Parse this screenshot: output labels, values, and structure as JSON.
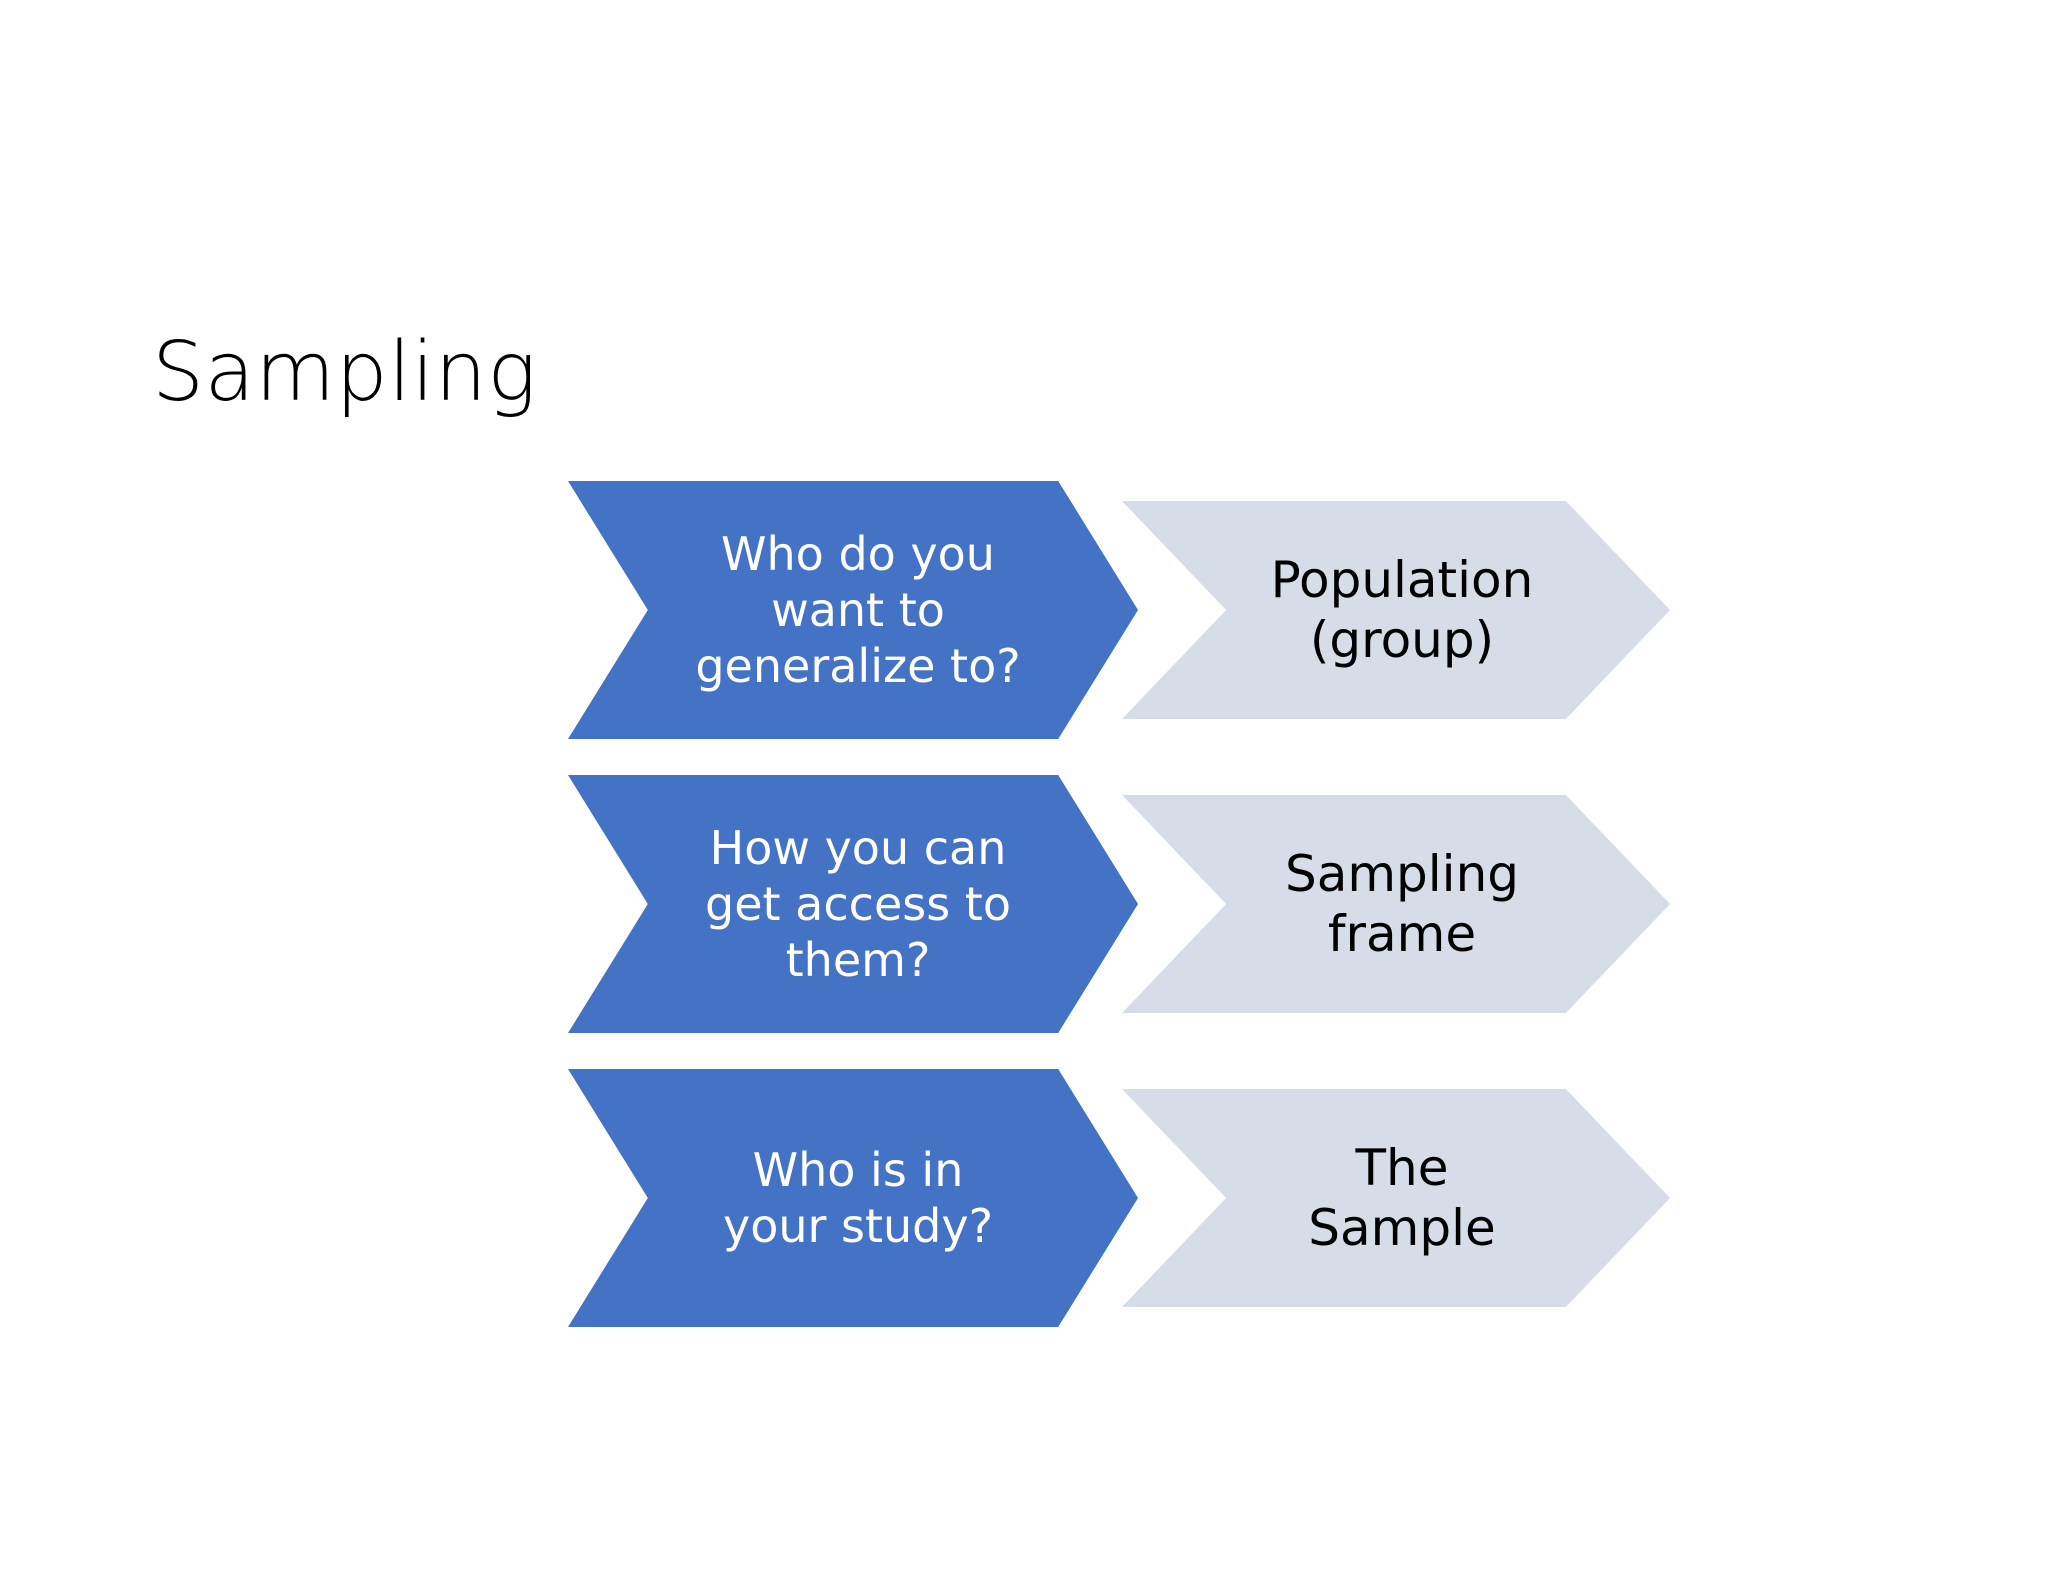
{
  "slide": {
    "title": "Sampling",
    "background_color": "#FFFFFF"
  },
  "colors": {
    "question_fill": "#4472C4",
    "question_text": "#FFFFFF",
    "answer_fill": "#D6DCE8",
    "answer_text": "#000000",
    "title_text": "#000000"
  },
  "diagram": {
    "type": "chevron-process",
    "rows": [
      {
        "question": {
          "text": "Who do you want to generalize to?",
          "lines": [
            "Who do you",
            "want to",
            "generalize to?"
          ]
        },
        "answer": {
          "text": "Population (group)",
          "lines": [
            "Population",
            "(group)"
          ]
        }
      },
      {
        "question": {
          "text": "How you can get access to them?",
          "lines": [
            "How you can",
            "get access to",
            "them?"
          ]
        },
        "answer": {
          "text": "Sampling frame",
          "lines": [
            "Sampling",
            "frame"
          ]
        }
      },
      {
        "question": {
          "text": "Who is in your study?",
          "lines": [
            "Who is in",
            "your study?"
          ]
        },
        "answer": {
          "text": "The Sample",
          "lines": [
            "The",
            "Sample"
          ]
        }
      }
    ]
  }
}
